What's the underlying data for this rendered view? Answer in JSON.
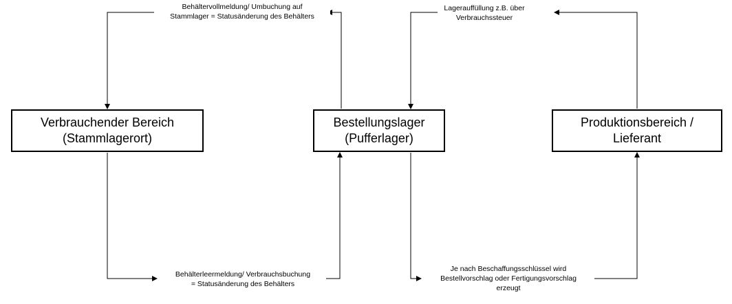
{
  "nodes": {
    "verbrauch": {
      "line1": "Verbrauchender Bereich",
      "line2": "(Stammlagerort)"
    },
    "bestellung": {
      "line1": "Bestellungslager",
      "line2": "(Pufferlager)"
    },
    "produktion": {
      "line1": "Produktionsbereich /",
      "line2": "Lieferant"
    }
  },
  "edges": {
    "vollmeldung": {
      "line1": "Behältervollmeldung/ Umbuchung auf",
      "line2": "Stammlager = Statusänderung des Behälters"
    },
    "lagerauffuellung": {
      "line1": "Lagerauffüllung z.B. über",
      "line2": "Verbrauchssteuer"
    },
    "leermeldung": {
      "line1": "Behälterleermeldung/ Verbrauchsbuchung",
      "line2": "= Statusänderung des Behälters"
    },
    "beschaffung": {
      "line1": "Je nach Beschaffungsschlüssel wird",
      "line2": "Bestellvorschlag oder Fertigungsvorschlag",
      "line3": "erzeugt"
    }
  }
}
